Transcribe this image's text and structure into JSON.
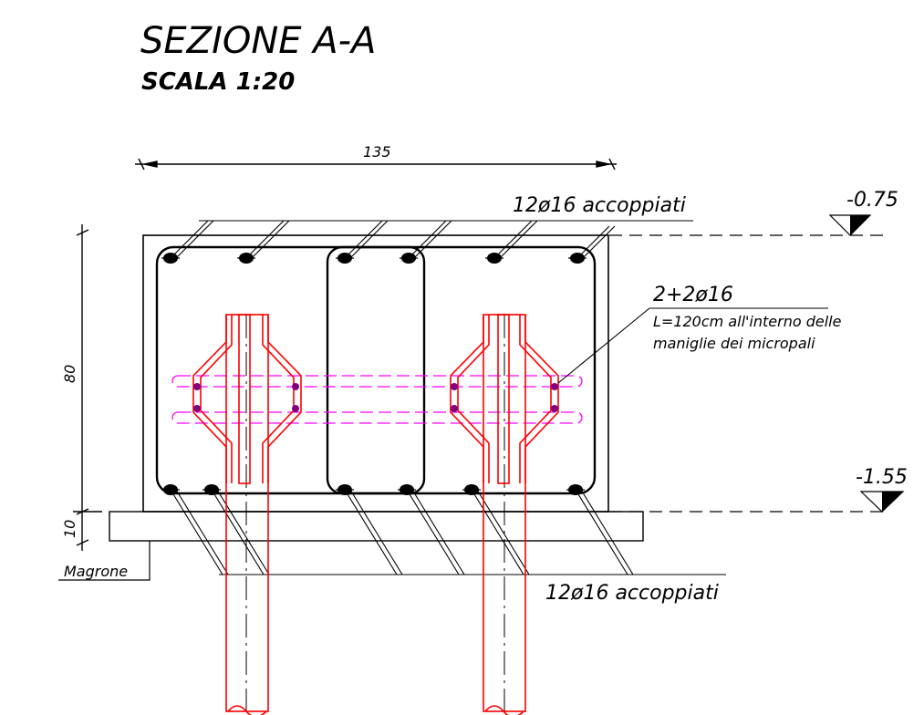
{
  "title": "SEZIONE A-A",
  "subtitle": "SCALA 1:20",
  "dimensions": {
    "width": "135",
    "height": "80",
    "lean": "10"
  },
  "labels": {
    "top_rebar": "12ø16 accoppiati",
    "bottom_rebar": "12ø16 accoppiati",
    "mid_rebar": "2+2ø16",
    "mid_rebar_note_line1": "L=120cm all'interno delle",
    "mid_rebar_note_line2": "maniglie dei micropali",
    "lean_concrete": "Magrone"
  },
  "levels": {
    "top": "-0.75",
    "bottom": "-1.55"
  },
  "colors": {
    "line": "#000000",
    "micropile": "#ff0000",
    "stirrup_bars": "#ff00ff",
    "bar_dot": "#800080"
  }
}
